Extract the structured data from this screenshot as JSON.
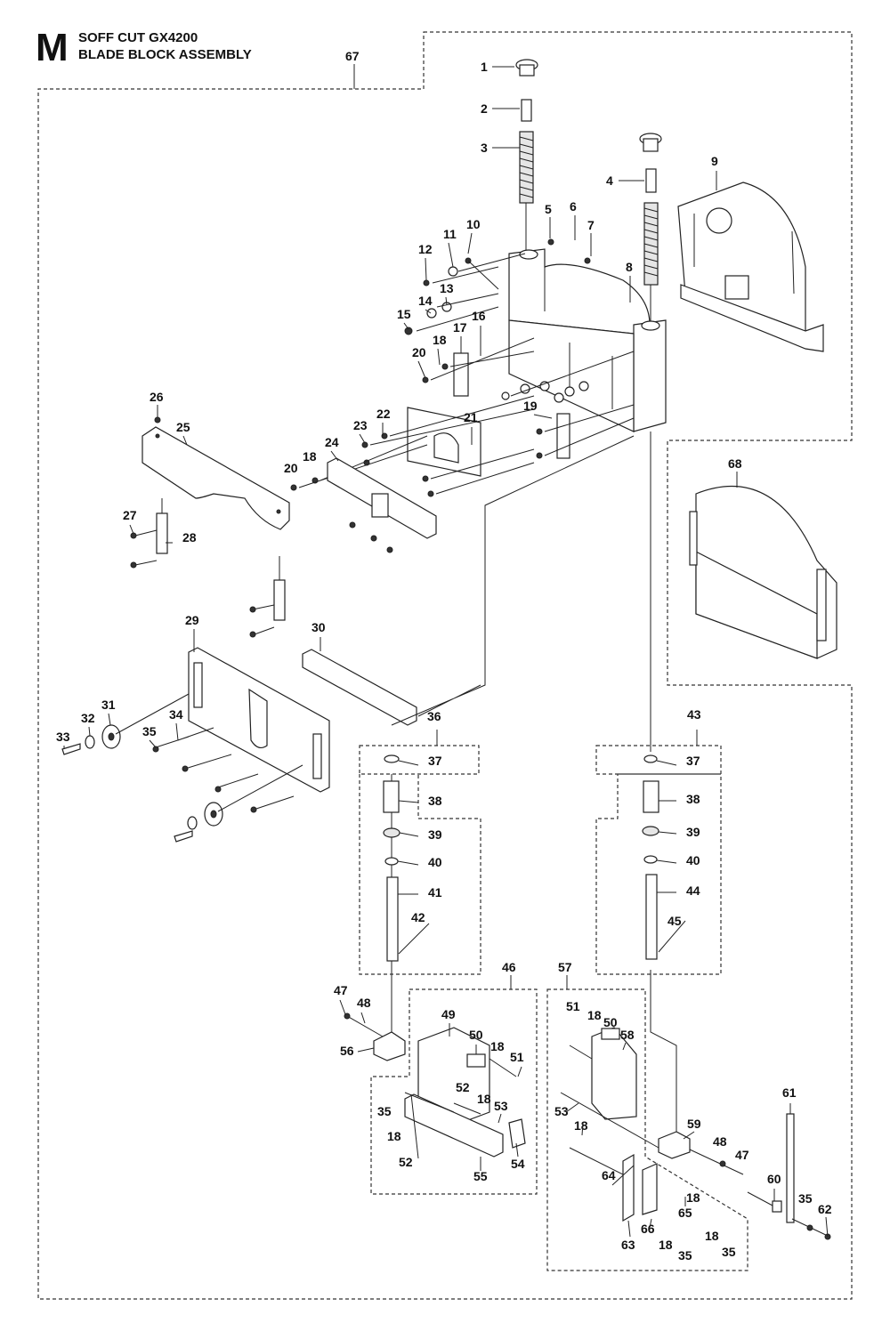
{
  "header": {
    "section_letter": "M",
    "model": "SOFF CUT GX4200",
    "title": "BLADE BLOCK ASSEMBLY"
  },
  "callouts": [
    "1",
    "2",
    "3",
    "4",
    "5",
    "6",
    "7",
    "8",
    "9",
    "10",
    "11",
    "12",
    "13",
    "14",
    "15",
    "16",
    "17",
    "18",
    "19",
    "20",
    "21",
    "22",
    "23",
    "24",
    "25",
    "26",
    "27",
    "28",
    "29",
    "30",
    "31",
    "32",
    "33",
    "34",
    "35",
    "36",
    "37",
    "38",
    "39",
    "40",
    "41",
    "42",
    "43",
    "44",
    "45",
    "46",
    "47",
    "48",
    "49",
    "50",
    "51",
    "52",
    "53",
    "54",
    "55",
    "56",
    "57",
    "58",
    "59",
    "60",
    "61",
    "62",
    "63",
    "64",
    "65",
    "66",
    "67",
    "68"
  ],
  "repeated_callouts": [
    "18",
    "20",
    "18",
    "37",
    "38",
    "39",
    "40",
    "47",
    "48",
    "51",
    "18",
    "50",
    "18",
    "18",
    "35",
    "53",
    "18",
    "52",
    "18",
    "35",
    "18",
    "18",
    "35",
    "35"
  ]
}
